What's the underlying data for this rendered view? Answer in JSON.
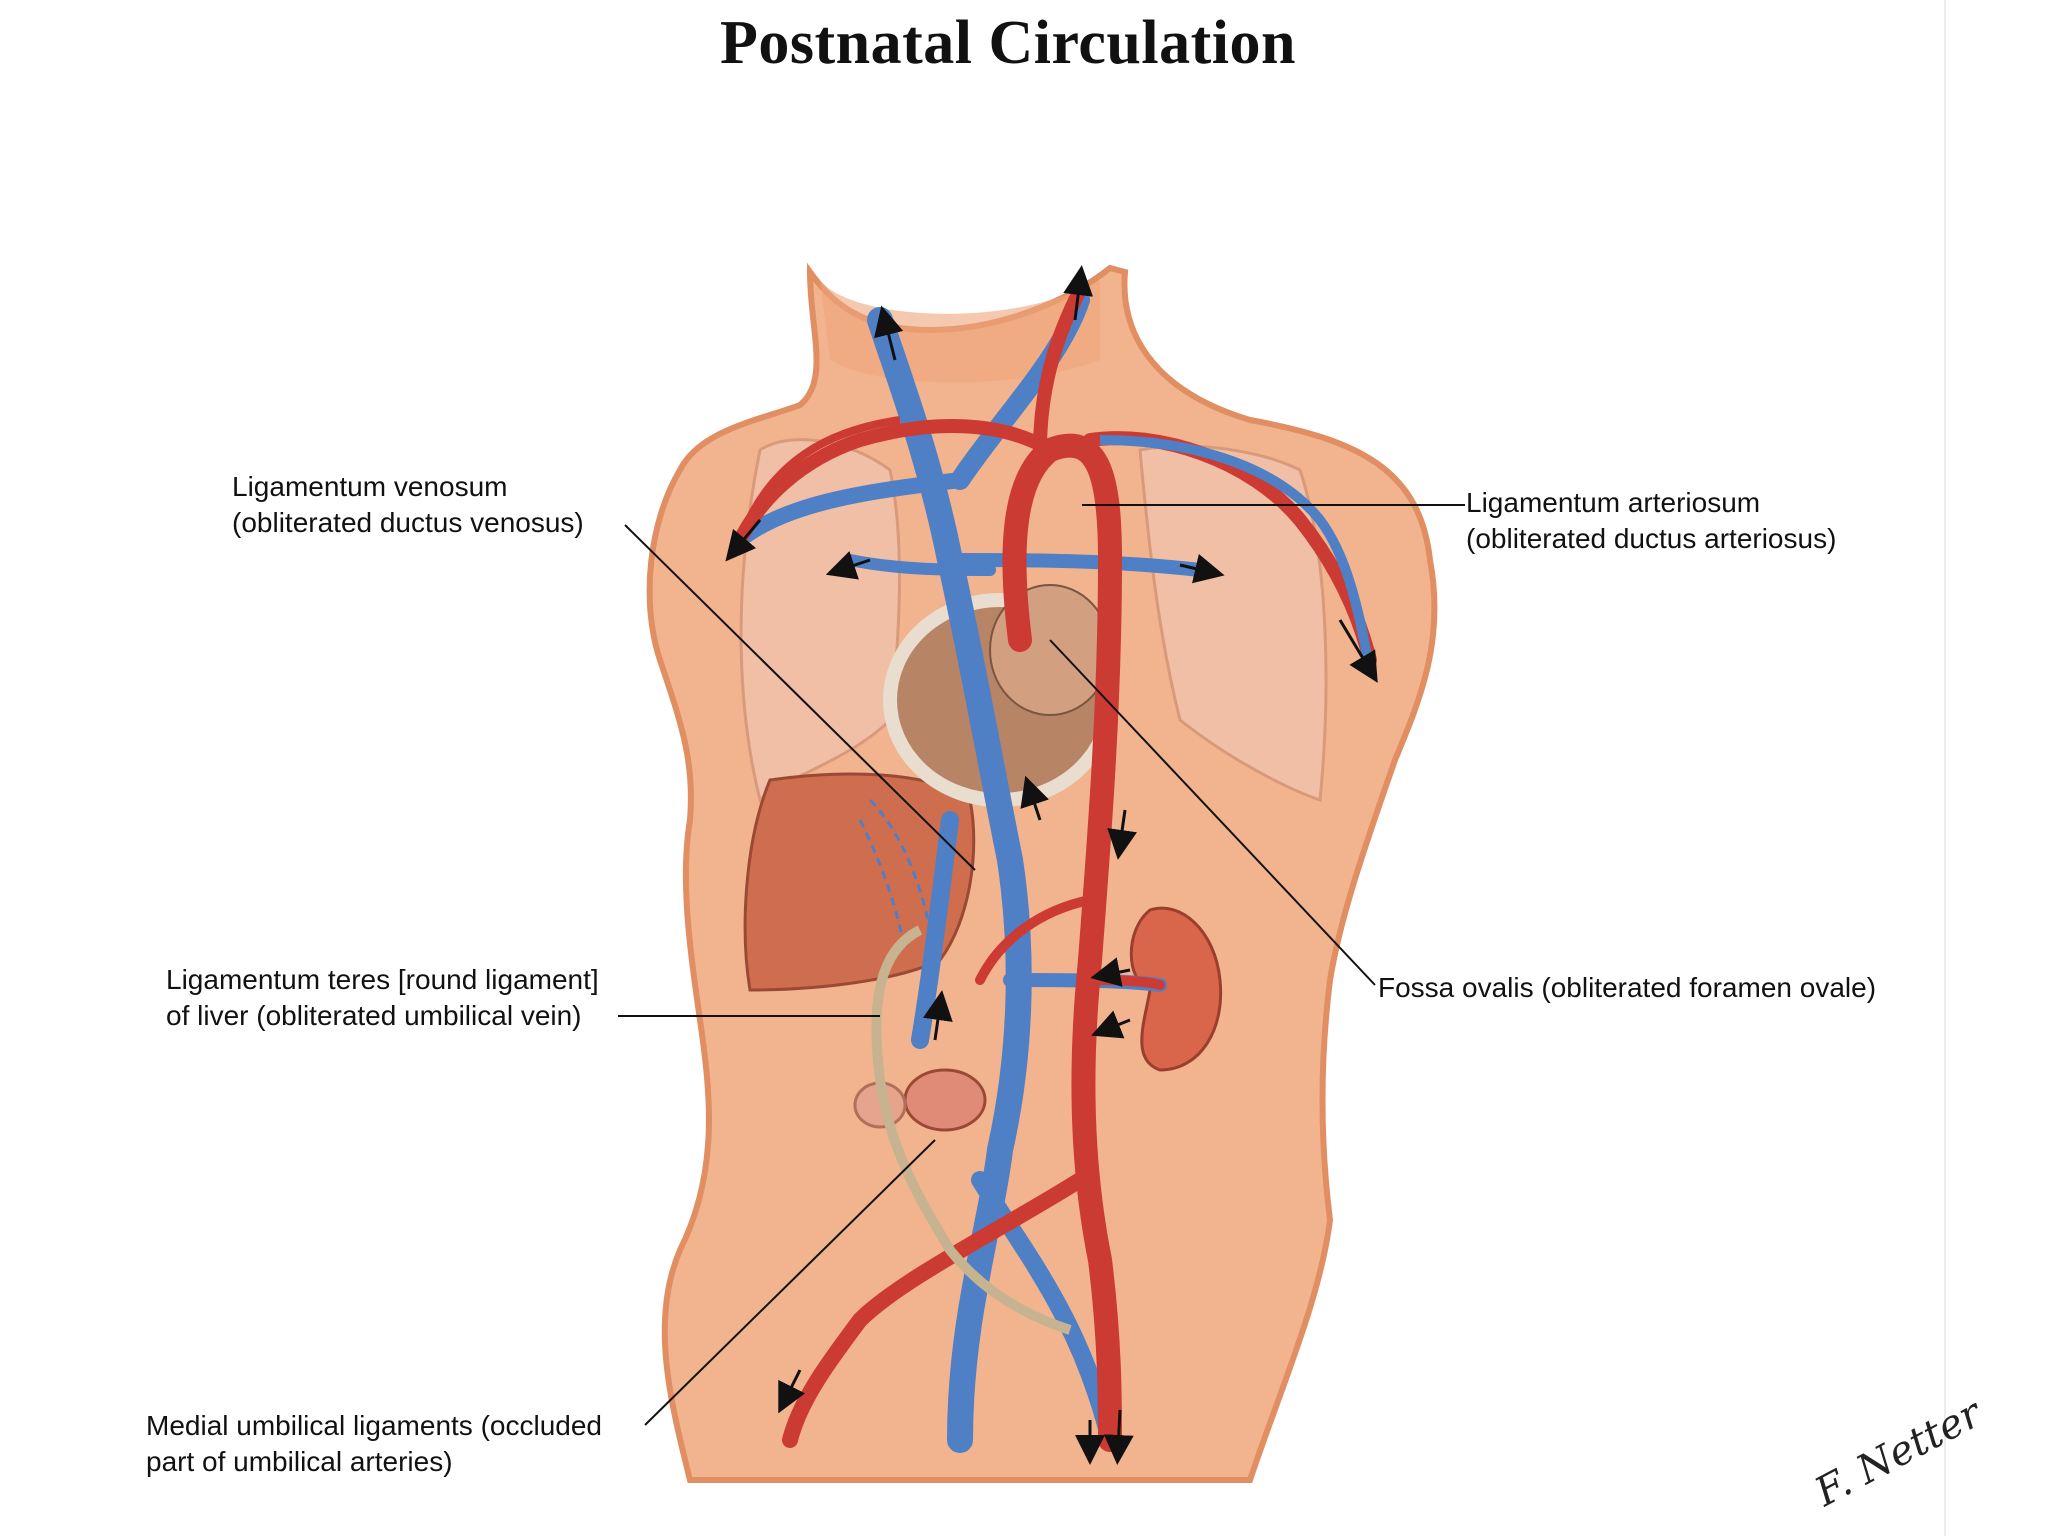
{
  "title": "Postnatal Circulation",
  "labels": {
    "ligamentum_venosum": [
      "Ligamentum venosum",
      "(obliterated ductus venosus)"
    ],
    "ligamentum_arteriosum": [
      "Ligamentum arteriosum",
      "(obliterated ductus arteriosus)"
    ],
    "ligamentum_teres": [
      "Ligamentum teres [round ligament]",
      "of liver (obliterated umbilical vein)"
    ],
    "fossa_ovalis": [
      "Fossa ovalis (obliterated foramen ovale)"
    ],
    "medial_umbilical": [
      "Medial umbilical ligaments (occluded",
      "part of umbilical arteries)"
    ]
  },
  "signature": "F. Netter",
  "colors": {
    "skin": "#f2b48e",
    "skin_dark": "#e08e62",
    "lung": "#f1bfa6",
    "artery": "#cc3b33",
    "vein": "#4f7fc4",
    "liver": "#cf6e4e",
    "kidney": "#d9664a",
    "leader_line": "#111111"
  }
}
